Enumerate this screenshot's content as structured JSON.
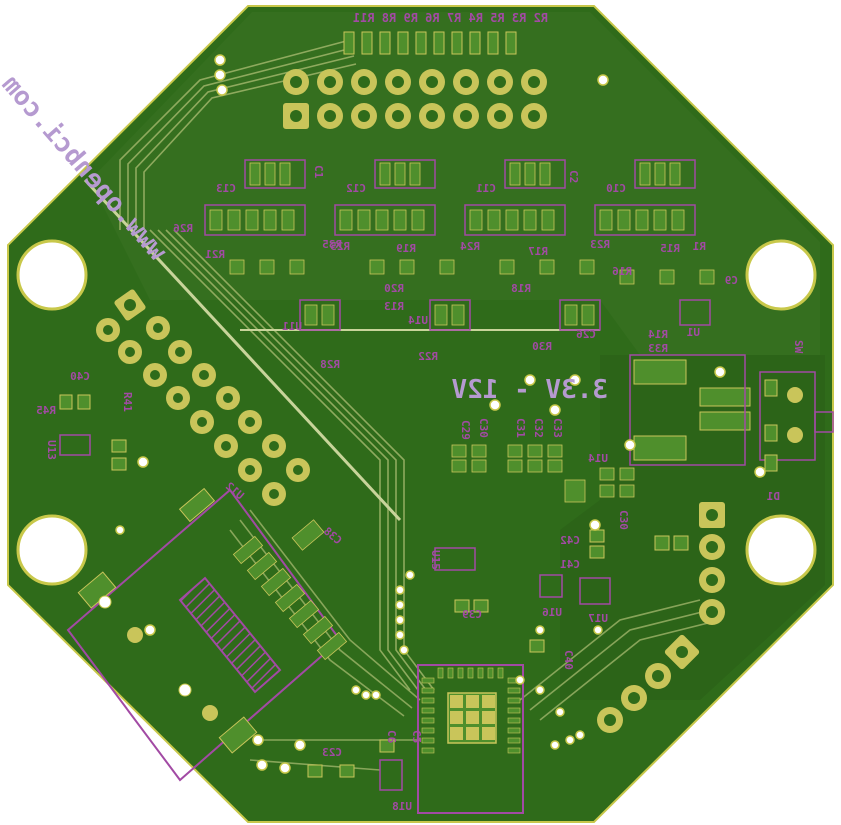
{
  "board": {
    "colors": {
      "copper": "#2f6b1a",
      "copper_light": "#4f8f2c",
      "outline": "#c8c84a",
      "silk": "#a24aa4",
      "pad": "#c9c55a",
      "hole": "#ffffff",
      "trace": "#bfc98a"
    },
    "website_text": "www.openbci.com",
    "voltage_text": "3.3V - 12V",
    "top_resistors": "R2 R3 R5 R4 R7 R6 R9 R8 R11",
    "labels": {
      "C9": "C9",
      "C10": "C10",
      "C11": "C11",
      "C12": "C12",
      "C13": "C13",
      "R1": "R1",
      "R13": "R13",
      "R14": "R14",
      "R15": "R15",
      "R16": "R16",
      "R17": "R17",
      "R18": "R18",
      "R19": "R19",
      "R20": "R20",
      "R21": "R21",
      "R22": "R22",
      "R23": "R23",
      "R24": "R24",
      "R25": "R25",
      "R26": "R26",
      "R28": "R28",
      "R30": "R30",
      "R33": "R33",
      "R34": "R34",
      "R35": "R35",
      "R45": "R45",
      "R41": "R41",
      "U1": "U1",
      "U11": "U11",
      "U12": "U12",
      "U13": "U13",
      "U14": "U14",
      "U16": "U16",
      "U17": "U17",
      "U18": "U18",
      "U15": "U15",
      "C23": "C23",
      "C26": "C26",
      "C29": "C29",
      "C30": "C30",
      "C31": "C31",
      "C32": "C32",
      "C33": "C33",
      "C38": "C38",
      "C39": "C39",
      "C40": "C40",
      "C41": "C41",
      "C42": "C42",
      "D1": "D1",
      "SW": "SW",
      "C1": "C1",
      "C2": "C2",
      "C5": "C5",
      "C6": "C6"
    }
  }
}
